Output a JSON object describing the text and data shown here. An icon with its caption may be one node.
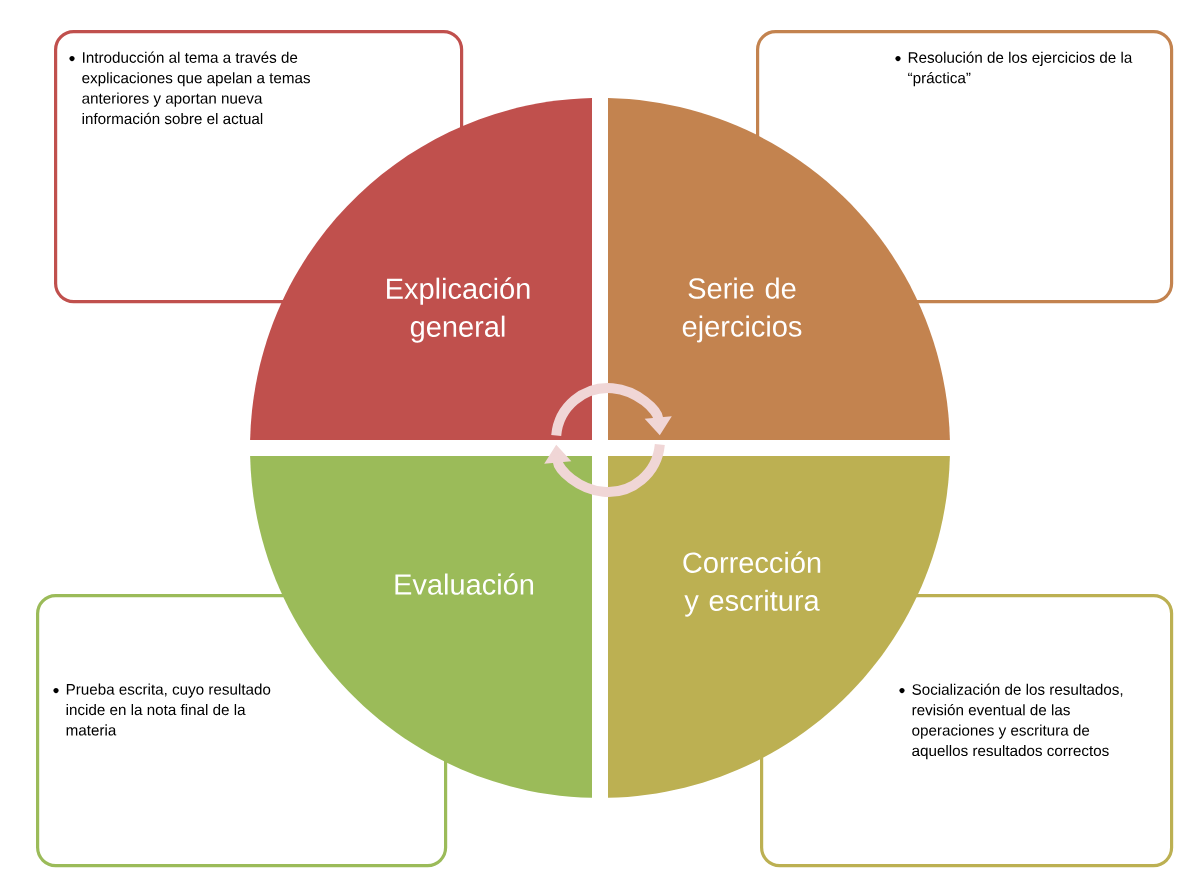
{
  "diagram": {
    "nodes": [
      {
        "text": [
          "Explicación general"
        ]
      },
      {
        "text": [
          "Serie de ejercicios"
        ]
      },
      {
        "text": [
          "Evaluación"
        ]
      },
      {
        "text": [
          "Corrección y escritura"
        ]
      },
      {
        "text": [
          "Introducción al tema a través de explicaciones que apelan a temas anteriores y aportan nueva información sobre el actual"
        ]
      },
      {
        "text": [
          "Resolución de los ejercicios de la “práctica”"
        ]
      },
      {
        "text": [
          "Prueba escrita, cuyo resultado incide en la nota final de la materia"
        ]
      },
      {
        "text": [
          "Socialización de los resultados, revisión eventual de las operaciones y escritura de aquellos resultados correctos"
        ]
      }
    ],
    "edges": [
      {
        "from": 0,
        "to": 1,
        "arrow": "to"
      },
      {
        "from": 3,
        "to": 2,
        "arrow": "to"
      }
    ]
  }
}
